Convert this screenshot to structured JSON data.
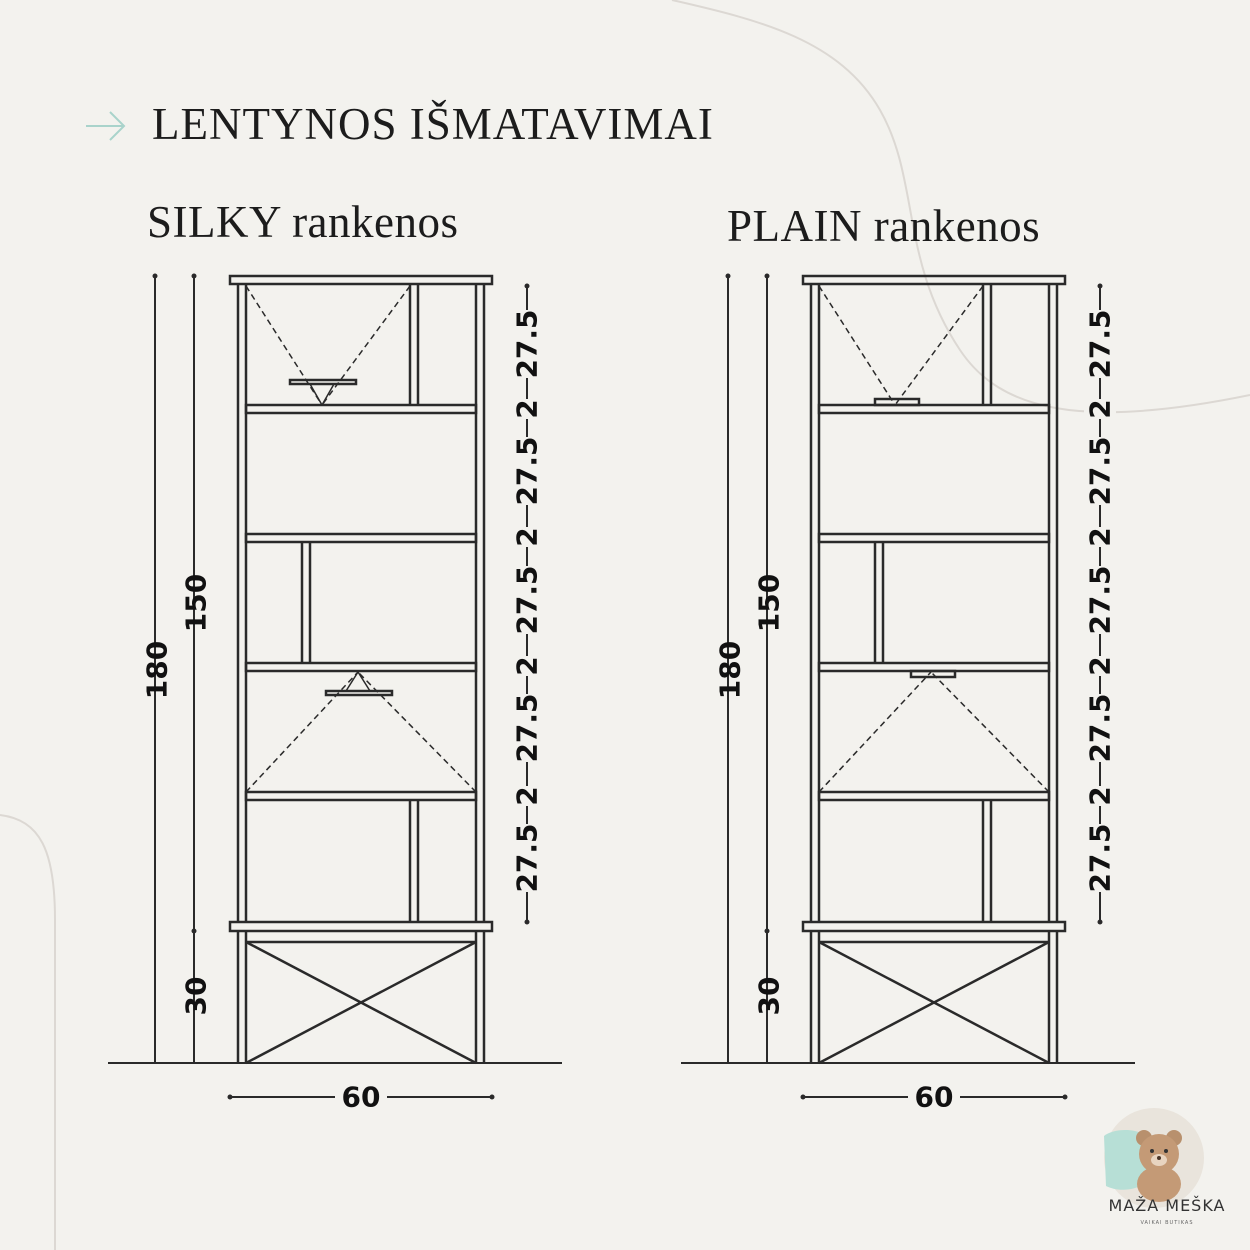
{
  "page": {
    "title": "LENTYNOS IŠMATAVIMAI",
    "accent_color": "#a9d3cb",
    "background_color": "#f3f2ee"
  },
  "drawings": [
    {
      "id": "silky",
      "title": "SILKY rankenos",
      "handle_style": "bar",
      "total_height": "180",
      "body_height": "150",
      "leg_height": "30",
      "width": "60",
      "section_heights": [
        "27.5",
        "27.5",
        "27.5",
        "27.5",
        "27.5"
      ],
      "shelf_thicknesses": [
        "2",
        "2",
        "2",
        "2"
      ]
    },
    {
      "id": "plain",
      "title": "PLAIN rankenos",
      "handle_style": "plain",
      "total_height": "180",
      "body_height": "150",
      "leg_height": "30",
      "width": "60",
      "section_heights": [
        "27.5",
        "27.5",
        "27.5",
        "27.5",
        "27.5"
      ],
      "shelf_thicknesses": [
        "2",
        "2",
        "2",
        "2"
      ]
    }
  ],
  "logo": {
    "name": "MAŽA MEŠKA",
    "tagline": "VAIKAI BUTIKAS",
    "icon": "bear-icon"
  }
}
